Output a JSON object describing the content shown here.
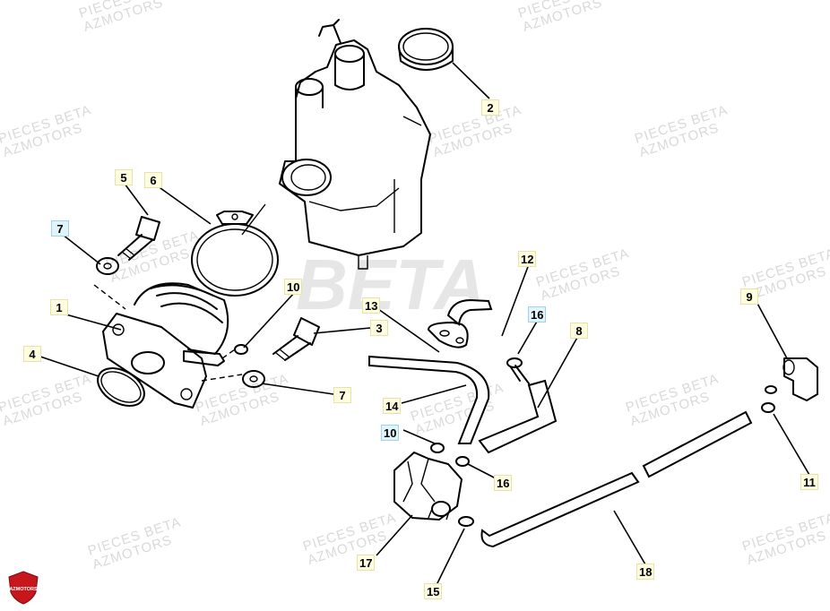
{
  "callouts": [
    {
      "id": "c1",
      "text": "1",
      "style": "yellow"
    },
    {
      "id": "c2",
      "text": "2",
      "style": "yellow"
    },
    {
      "id": "c3",
      "text": "3",
      "style": "yellow"
    },
    {
      "id": "c4",
      "text": "4",
      "style": "yellow"
    },
    {
      "id": "c5",
      "text": "5",
      "style": "yellow"
    },
    {
      "id": "c6",
      "text": "6",
      "style": "yellow"
    },
    {
      "id": "c7a",
      "text": "7",
      "style": "blue"
    },
    {
      "id": "c7b",
      "text": "7",
      "style": "yellow"
    },
    {
      "id": "c8",
      "text": "8",
      "style": "yellow"
    },
    {
      "id": "c9",
      "text": "9",
      "style": "yellow"
    },
    {
      "id": "c10a",
      "text": "10",
      "style": "yellow"
    },
    {
      "id": "c10b",
      "text": "10",
      "style": "blue"
    },
    {
      "id": "c11",
      "text": "11",
      "style": "yellow"
    },
    {
      "id": "c12",
      "text": "12",
      "style": "yellow"
    },
    {
      "id": "c13",
      "text": "13",
      "style": "yellow"
    },
    {
      "id": "c14",
      "text": "14",
      "style": "yellow"
    },
    {
      "id": "c15",
      "text": "15",
      "style": "yellow"
    },
    {
      "id": "c16a",
      "text": "16",
      "style": "blue"
    },
    {
      "id": "c16b",
      "text": "16",
      "style": "yellow"
    },
    {
      "id": "c17",
      "text": "17",
      "style": "yellow"
    },
    {
      "id": "c18",
      "text": "18",
      "style": "yellow"
    }
  ],
  "watermark": {
    "line1": "PIECES BETA",
    "line2": "AZMOTORS",
    "brand": "BETA"
  },
  "logo_text": "AZMOTORS",
  "colors": {
    "callout_yellow": "#fffde0",
    "callout_blue": "#e2f4fb",
    "logo_red": "#c8161d"
  }
}
